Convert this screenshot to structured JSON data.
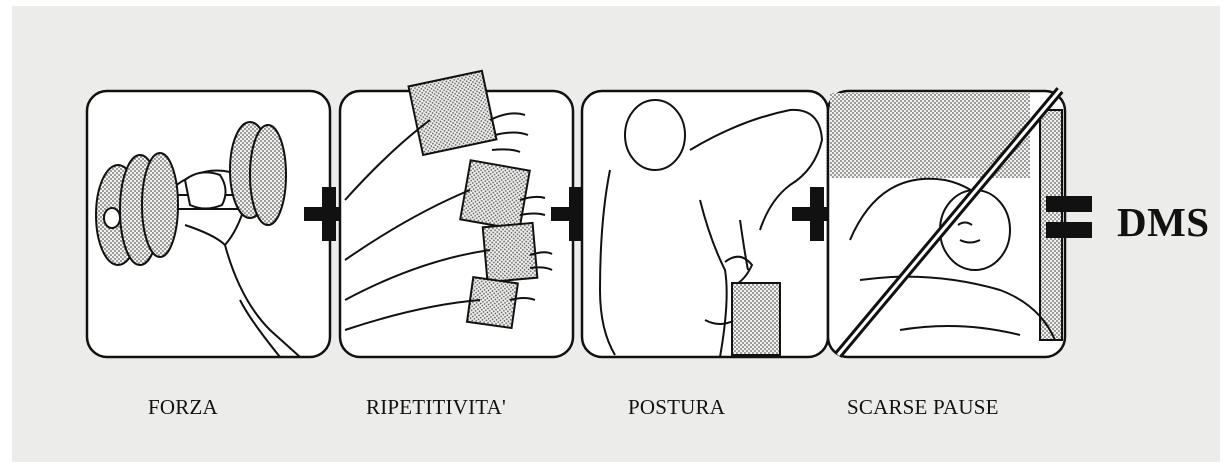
{
  "panels": [
    {
      "id": "forza",
      "label": "FORZA",
      "icon": "dumbbell-lift-icon"
    },
    {
      "id": "ripetitivita",
      "label": "RIPETITIVITA'",
      "icon": "repeated-hand-motion-icon"
    },
    {
      "id": "postura",
      "label": "POSTURA",
      "icon": "awkward-posture-icon"
    },
    {
      "id": "scarse_pause",
      "label": "SCARSE PAUSE",
      "icon": "crossed-out-rest-icon"
    }
  ],
  "operators": [
    "plus",
    "plus",
    "plus",
    "equals"
  ],
  "result": "DMS",
  "colors": {
    "background": "#ececea",
    "ink": "#111111",
    "stipple": "#9a9a96"
  }
}
